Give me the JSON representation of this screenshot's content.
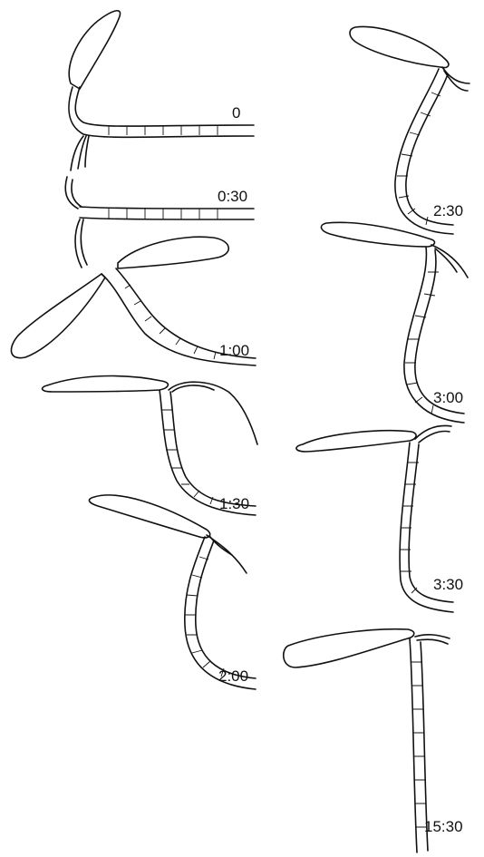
{
  "figure": {
    "stroke_color": "#111111",
    "background": "#ffffff",
    "time_labels": [
      "0",
      "0:30",
      "1:00",
      "1:30",
      "2:00",
      "2:30",
      "3:00",
      "3:30",
      "15:30"
    ]
  }
}
